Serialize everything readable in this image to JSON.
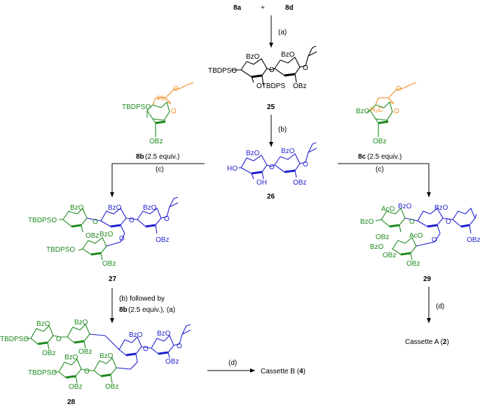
{
  "colors": {
    "black": "#000000",
    "blue": "#1f1fd0",
    "green": "#1e8a1e",
    "orange": "#f08a1a"
  },
  "top": {
    "reagent_left": "8a",
    "plus": "+",
    "reagent_right": "8d"
  },
  "steps": {
    "a": "(a)",
    "b": "(b)",
    "c": "(c)",
    "d": "(d)"
  },
  "compounds": {
    "c25": "25",
    "c26": "26",
    "c27": "27",
    "c28": "28",
    "c29": "29",
    "c8b": "8b",
    "c8c": "8c"
  },
  "equiv": {
    "text": "(2.5 equiv.)",
    "step_after": "(2.5 equiv.), (a)",
    "followed_by": "(b) followed by"
  },
  "groups": {
    "bzo": "BzO",
    "obz": "OBz",
    "aco": "AcO",
    "tbdpso": "TBDPSO",
    "otbdps": "OTBDPS",
    "o": "O",
    "oh": "OH",
    "ho": "HO",
    "ph": "Ph",
    "h3c": "H₃C"
  },
  "products": {
    "cassetteA": {
      "prefix": "Cassette A (",
      "num": "2",
      "suffix": ")"
    },
    "cassetteB": {
      "prefix": "Cassette B (",
      "num": "4",
      "suffix": ")"
    }
  }
}
